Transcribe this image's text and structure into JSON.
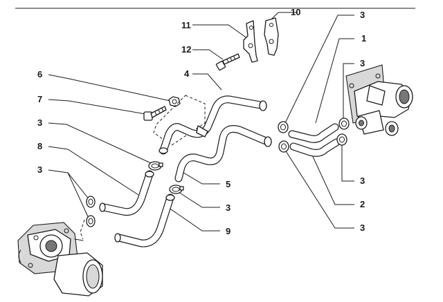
{
  "callouts": [
    {
      "id": "c1",
      "label": "1"
    },
    {
      "id": "c2",
      "label": "2"
    },
    {
      "id": "c3a",
      "label": "3"
    },
    {
      "id": "c3b",
      "label": "3"
    },
    {
      "id": "c3c",
      "label": "3"
    },
    {
      "id": "c3d",
      "label": "3"
    },
    {
      "id": "c3e",
      "label": "3"
    },
    {
      "id": "c3f",
      "label": "3"
    },
    {
      "id": "c3g",
      "label": "3"
    },
    {
      "id": "c4",
      "label": "4"
    },
    {
      "id": "c5",
      "label": "5"
    },
    {
      "id": "c6",
      "label": "6"
    },
    {
      "id": "c7",
      "label": "7"
    },
    {
      "id": "c8",
      "label": "8"
    },
    {
      "id": "c9",
      "label": "9"
    },
    {
      "id": "c10",
      "label": "10"
    },
    {
      "id": "c11",
      "label": "11"
    },
    {
      "id": "c12",
      "label": "12"
    }
  ]
}
